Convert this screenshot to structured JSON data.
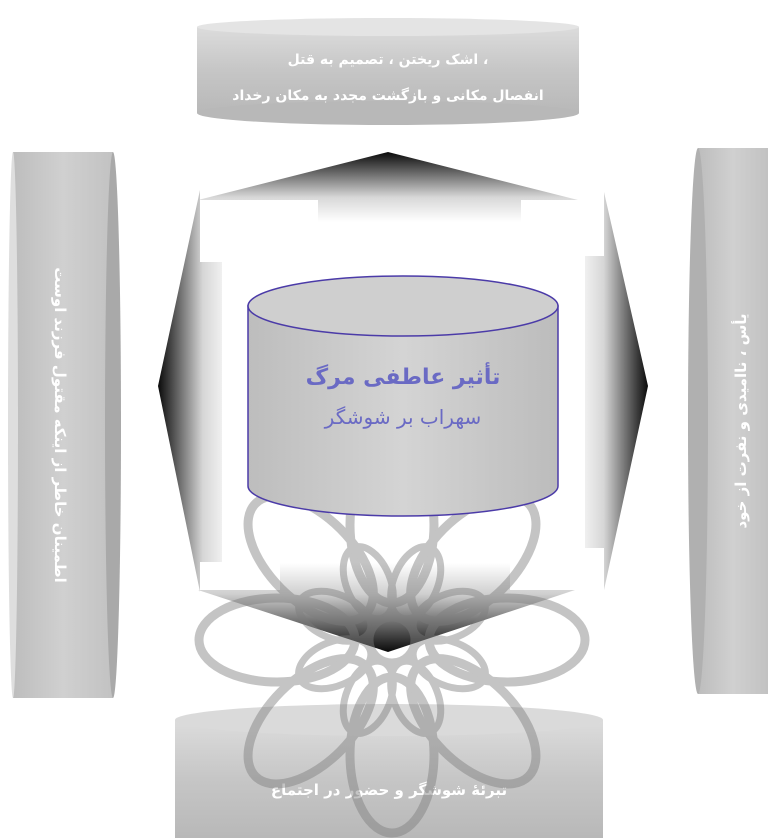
{
  "diagram": {
    "center": {
      "line1": "تأثیر عاطفی مرگ",
      "line2": "سهراب بر شوشگر"
    },
    "top": {
      "line1": "اشک ریختن ، تصمیم به قتل ،",
      "line2": "انفصال مکانی و بازگشت مجدد به مکان رخداد"
    },
    "left": {
      "text": "اطمینان خاطر از اینکه مقتول فرزند اوست"
    },
    "right": {
      "text": "یأس ، ناامیدی و نفرت از خود"
    },
    "bottom": {
      "text": "تبرئهٔ شوشگر و حضور در اجتماع"
    }
  },
  "colors": {
    "cylinder_fill": "#c9c9c9",
    "cylinder_outline": "#4b3ba8",
    "center_text": "#6a6ac4",
    "box_text": "#ffffff",
    "box_fill": "#c4c4c4",
    "arrow_dark": "#0d0d0d",
    "watermark": "#8c8c8c"
  },
  "icons": {
    "watermark": "floral-star-watermark"
  }
}
